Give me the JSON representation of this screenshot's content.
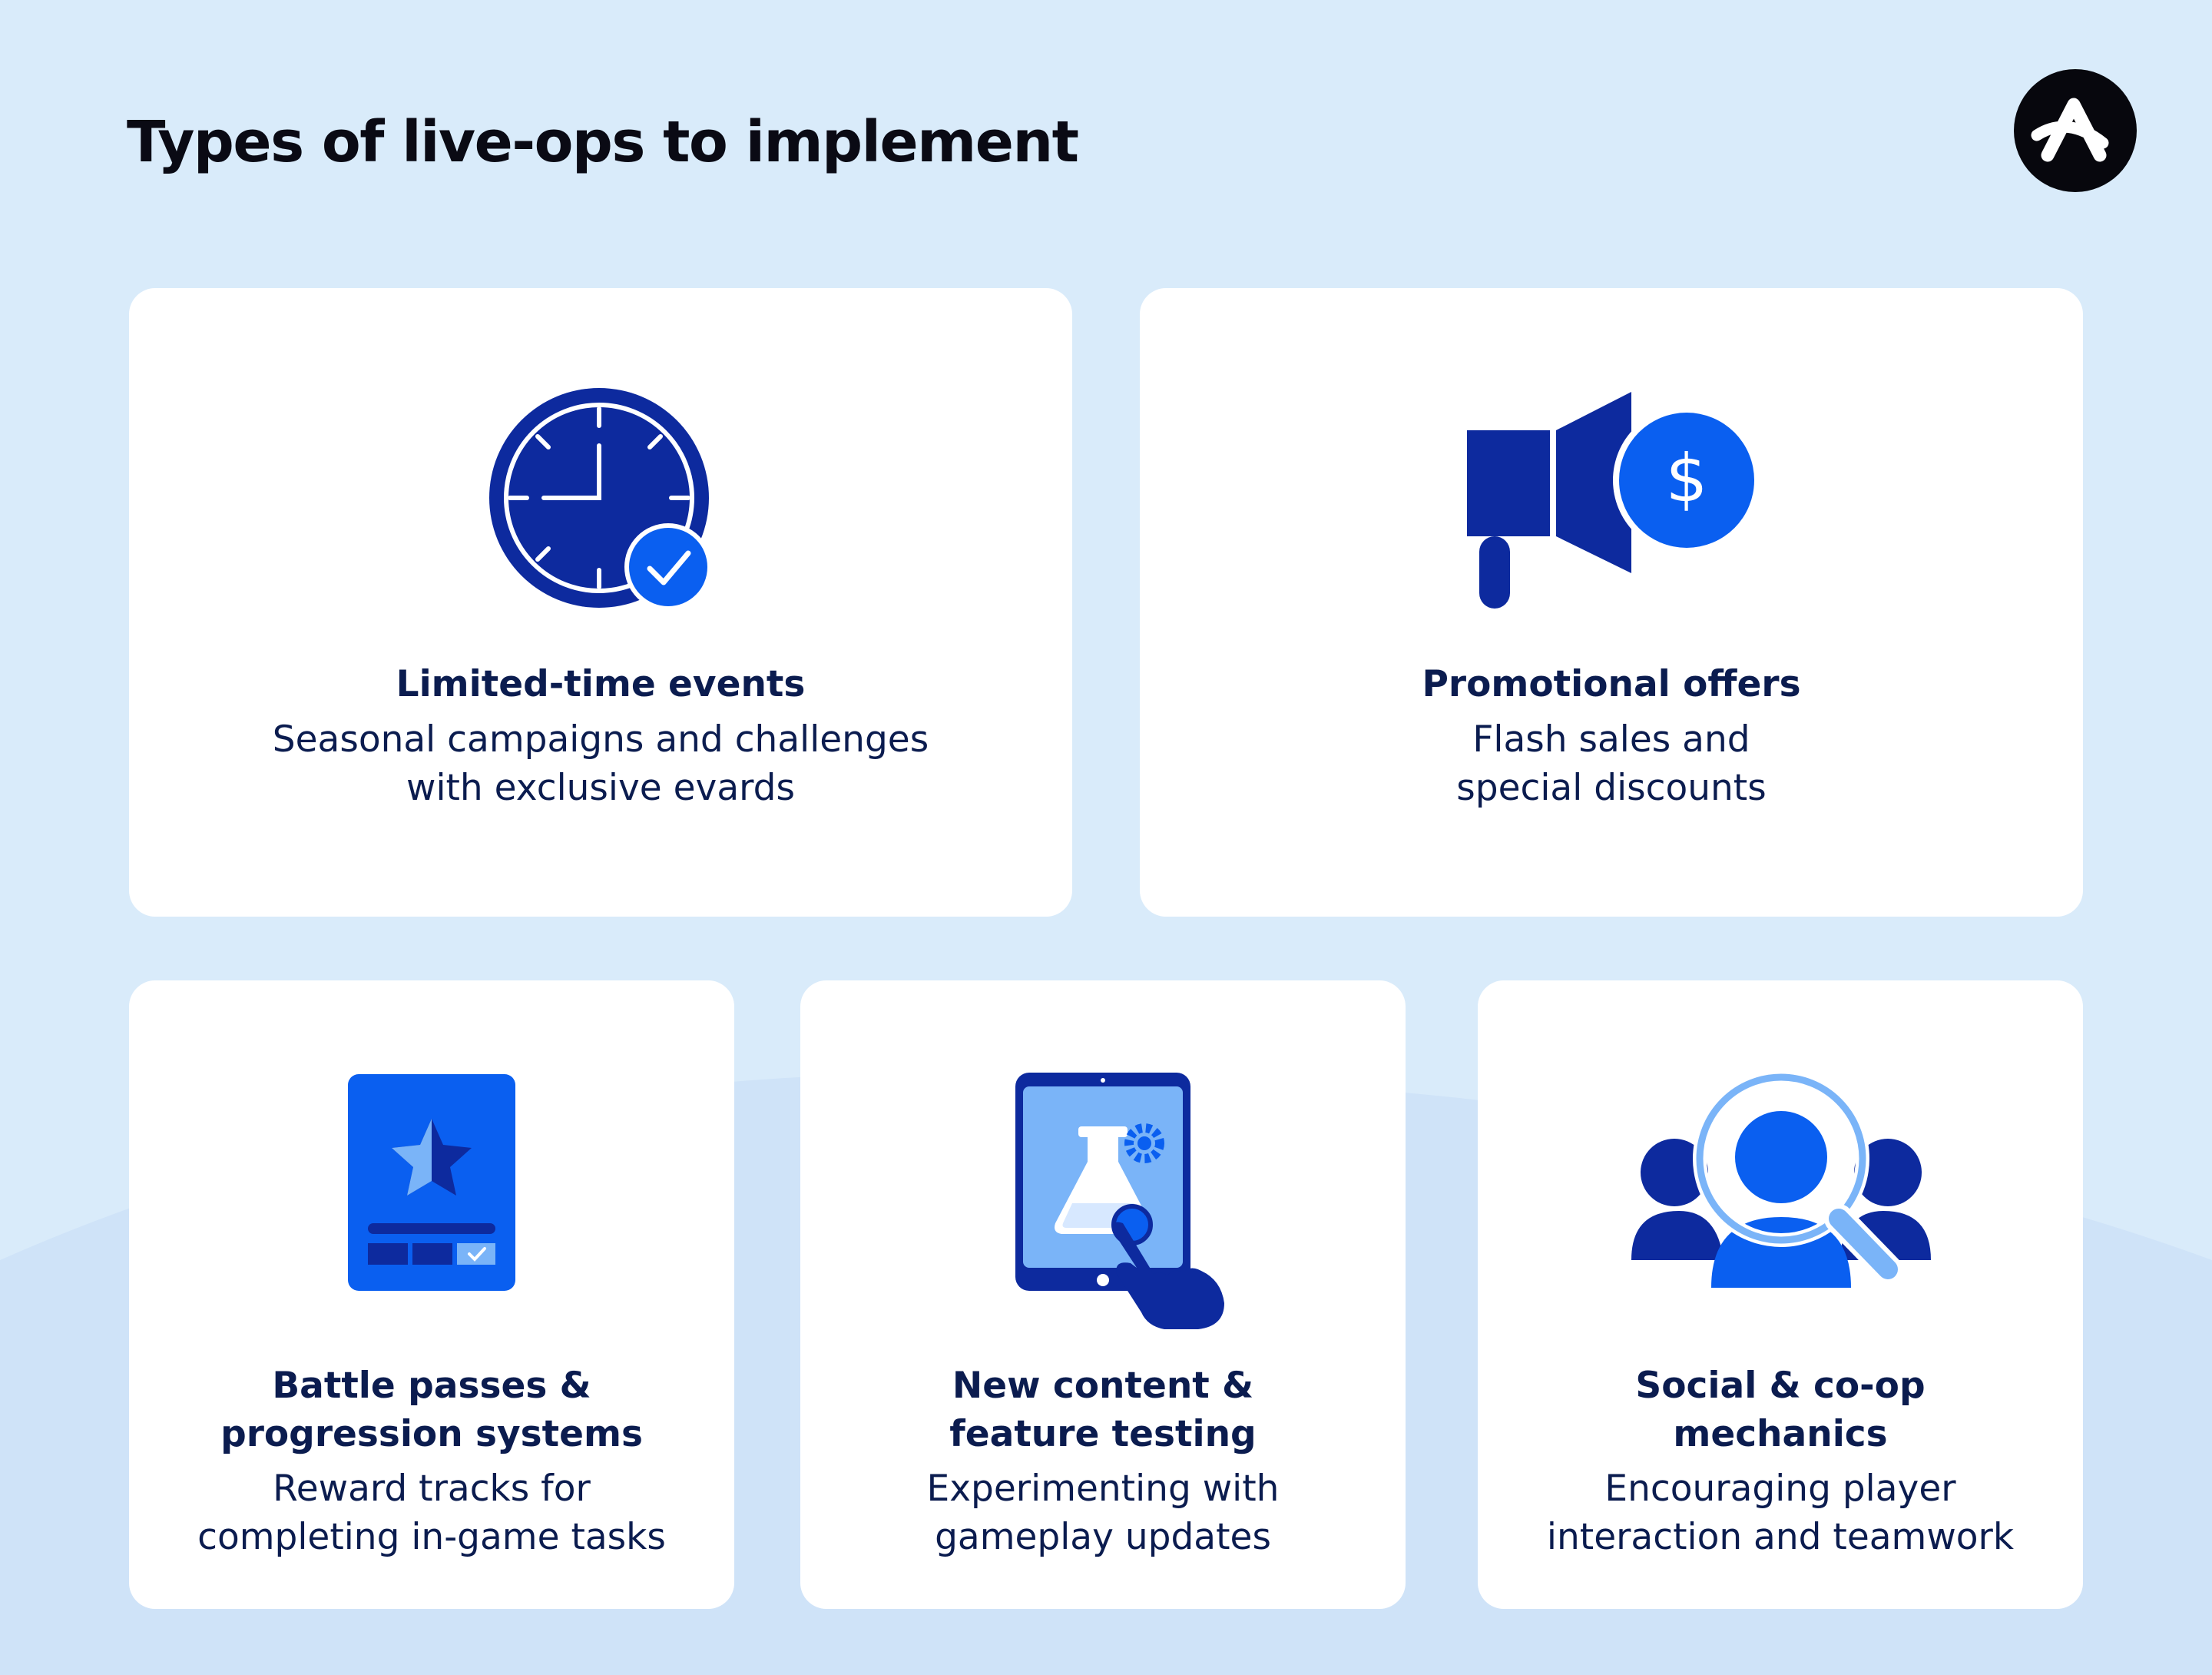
{
  "title": "Types of live-ops to implement",
  "logo": {
    "icon": "brand-a-logo-icon"
  },
  "colors": {
    "background": "#d9ebfa",
    "card": "#ffffff",
    "navy": "#0d2a9e",
    "blue": "#0a5ff0",
    "light_blue": "#7ab4f8",
    "text": "#0b1c4f"
  },
  "cards": [
    {
      "icon": "clock-check-icon",
      "title": [
        "Limited-time events"
      ],
      "description": [
        "Seasonal campaigns and challenges",
        "with exclusive evards"
      ]
    },
    {
      "icon": "megaphone-dollar-icon",
      "title": [
        "Promotional offers"
      ],
      "description": [
        "Flash sales and",
        "special discounts"
      ],
      "badge": "$"
    },
    {
      "icon": "star-pass-card-icon",
      "title": [
        "Battle passes &",
        "progression systems"
      ],
      "description": [
        "Reward tracks for",
        "completing in-game tasks"
      ]
    },
    {
      "icon": "tablet-flask-tap-icon",
      "title": [
        "New content &",
        "feature testing"
      ],
      "description": [
        "Experimenting with",
        "gameplay updates"
      ]
    },
    {
      "icon": "group-magnifier-icon",
      "title": [
        "Social & co-op",
        "mechanics"
      ],
      "description": [
        "Encouraging player",
        "interaction and teamwork"
      ]
    }
  ]
}
